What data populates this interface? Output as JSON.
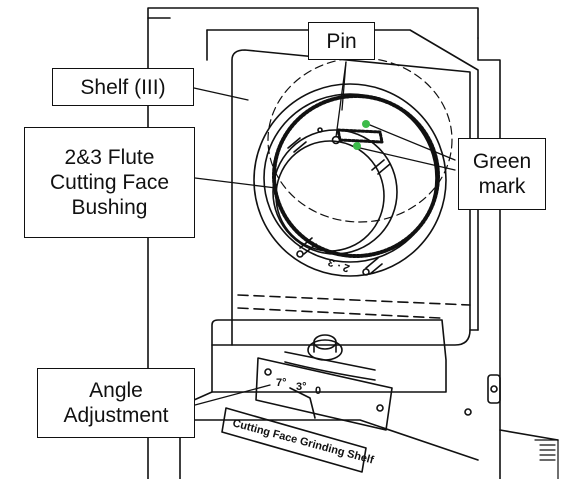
{
  "callouts": {
    "pin": "Pin",
    "shelf": "Shelf (III)",
    "bushing": [
      "2&3 Flute",
      "Cutting Face",
      "Bushing"
    ],
    "green_mark": [
      "Green",
      "mark"
    ],
    "angle": [
      "Angle",
      "Adjustment"
    ]
  },
  "engravings": {
    "plate": "Cutting Face Grinding Shelf",
    "flute_marks": "2 · 3",
    "angle_scale": [
      "7°",
      "3°",
      "0"
    ]
  },
  "colors": {
    "line": "#111111",
    "green_mark": "#3dbb4a",
    "background": "#ffffff"
  }
}
